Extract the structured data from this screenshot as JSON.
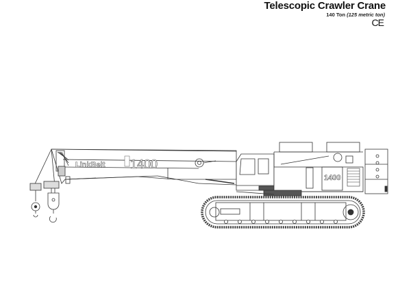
{
  "header": {
    "title": "Telescopic Crawler Crane",
    "capacity": "140 Ton",
    "capacity_metric": "(125 metric ton)",
    "certification_mark": "CE"
  },
  "illustration": {
    "subject": "Telescopic crawler crane side elevation line drawing",
    "boom_brand_text": "LinkBelt",
    "boom_model_text": "1400",
    "counterweight_model_text": "1400",
    "line_color": "#333333"
  }
}
